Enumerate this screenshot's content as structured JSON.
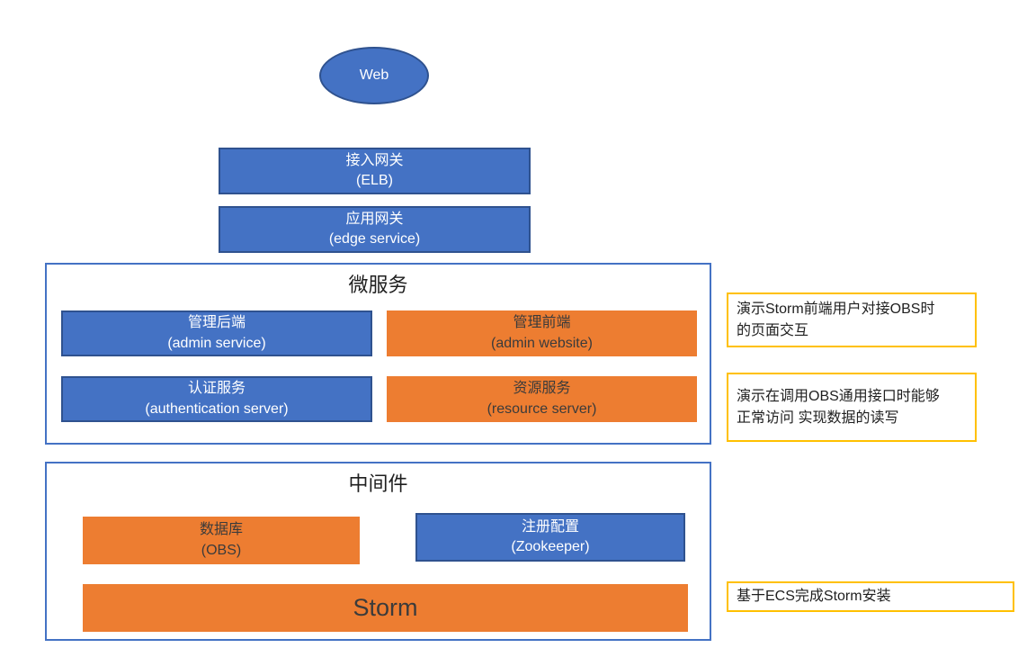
{
  "colors": {
    "blue_fill": "#4472C4",
    "blue_border": "#2F528F",
    "orange_fill": "#ED7D31",
    "container_border": "#4472C4",
    "note_border": "#FFC000",
    "text_on_blue": "#FFFFFF",
    "text_on_orange": "#3B3B3B"
  },
  "web_node": {
    "label": "Web"
  },
  "gateways": [
    {
      "title": "接入网关",
      "subtitle": "(ELB)"
    },
    {
      "title": "应用网关",
      "subtitle": "(edge service)"
    }
  ],
  "microservices": {
    "title": "微服务",
    "boxes": [
      {
        "title": "管理后端",
        "subtitle": "(admin service)",
        "color": "blue"
      },
      {
        "title": "管理前端",
        "subtitle": "(admin website)",
        "color": "orange"
      },
      {
        "title": "认证服务",
        "subtitle": "(authentication server)",
        "color": "blue"
      },
      {
        "title": "资源服务",
        "subtitle": "(resource server)",
        "color": "orange"
      }
    ]
  },
  "middleware": {
    "title": "中间件",
    "boxes": [
      {
        "title": "数据库",
        "subtitle": "(OBS)",
        "color": "orange"
      },
      {
        "title": "注册配置",
        "subtitle": "(Zookeeper)",
        "color": "blue"
      }
    ],
    "storm_label": "Storm"
  },
  "notes": [
    {
      "text": "演示Storm前端用户对接OBS时\n的页面交互"
    },
    {
      "text": "演示在调用OBS通用接口时能够\n正常访问 实现数据的读写"
    },
    {
      "text": "基于ECS完成Storm安装"
    }
  ]
}
